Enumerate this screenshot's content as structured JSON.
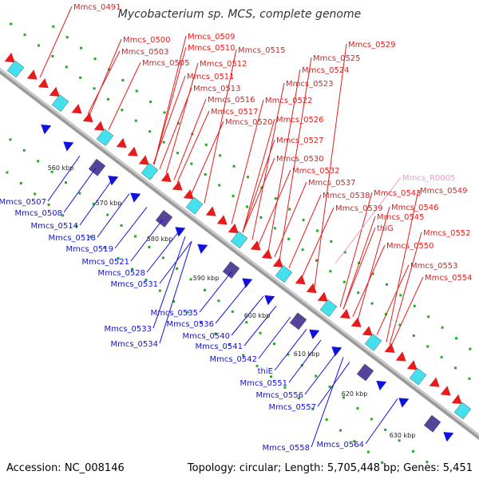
{
  "title": "Mycobacterium sp. MCS, complete genome",
  "footer": {
    "accession": "Accession: NC_008146",
    "topology": "Topology: circular; Length: 5,705,448 bp; Genes: 5,451"
  },
  "colors": {
    "forward": "#e61c1c",
    "reverse": "#1111dd",
    "rna": "#ee99cc",
    "backbone": "#9a9a9a",
    "ticks": "#22aa22"
  },
  "kbp_ticks": [
    "560 kbp",
    "570 kbp",
    "580 kbp",
    "590 kbp",
    "600 kbp",
    "610 kbp",
    "620 kbp",
    "630 kbp"
  ],
  "labels_forward": [
    "Mmcs_0491",
    "Mmcs_0500",
    "Mmcs_0503",
    "Mmcs_0505",
    "Mmcs_0509",
    "Mmcs_0510",
    "Mmcs_0512",
    "Mmcs_0511",
    "Mmcs_0513",
    "Mmcs_0515",
    "Mmcs_0516",
    "Mmcs_0517",
    "Mmcs_0520",
    "Mmcs_0522",
    "Mmcs_0523",
    "Mmcs_0524",
    "Mmcs_0525",
    "Mmcs_0529",
    "Mmcs_0526",
    "Mmcs_0527",
    "Mmcs_0530",
    "Mmcs_0532",
    "Mmcs_0537",
    "Mmcs_0538",
    "Mmcs_0539",
    "Mmcs_0543",
    "Mmcs_0545",
    "Mmcs_0546",
    "Mmcs_0549",
    "thiG",
    "Mmcs_0550",
    "Mmcs_0552",
    "Mmcs_0553",
    "Mmcs_0554"
  ],
  "labels_rna": [
    "Mmcs_R0005"
  ],
  "labels_reverse": [
    "Mmcs_0507",
    "Mmcs_0508",
    "Mmcs_0514",
    "Mmcs_0518",
    "Mmcs_0519",
    "Mmcs_0521",
    "Mmcs_0528",
    "Mmcs_0531",
    "Mmcs_0535",
    "Mmcs_0533",
    "Mmcs_0536",
    "Mmcs_0534",
    "Mmcs_0540",
    "Mmcs_0541",
    "Mmcs_0542",
    "thiE",
    "Mmcs_0551",
    "Mmcs_0556",
    "Mmcs_0557",
    "Mmcs_0558",
    "Mmcs_0564"
  ]
}
